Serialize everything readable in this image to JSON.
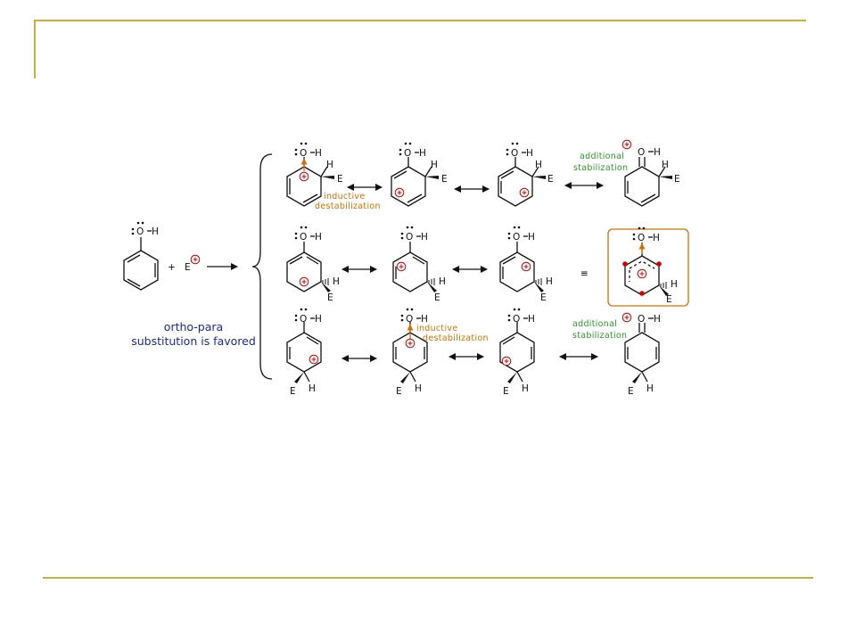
{
  "atoms": {
    "O": "O",
    "H": "H",
    "E": "E",
    "plus": "+",
    "equiv": "≡"
  },
  "notes": {
    "inductive": "inductive",
    "destabilization": "destabilization",
    "additional": "additional",
    "stabilization": "stabilization"
  },
  "conclusion": {
    "line1": "ortho-para",
    "line2": "substitution is favored"
  },
  "colors": {
    "rule": "#c8b040",
    "orange": "#d07000",
    "green": "#2a9a2a",
    "red": "#cc0000",
    "blue": "#1a2a9a"
  },
  "icons": {
    "resonance": "double-headed-arrow",
    "brace": "curly-brace",
    "charge": "plus-charge-circle"
  }
}
